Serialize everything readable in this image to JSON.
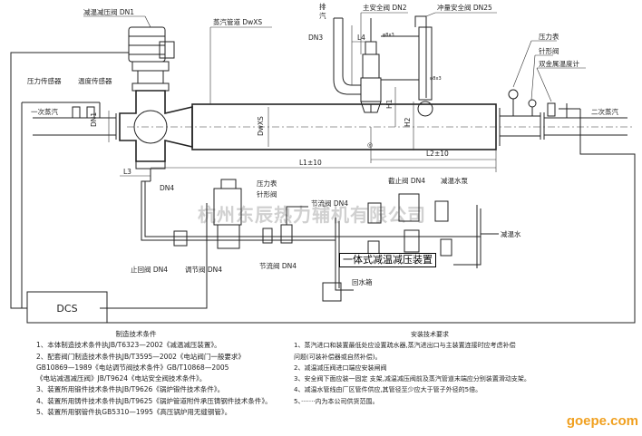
{
  "labels": {
    "pressure_reducing_valve": "减温减压阀 DN1",
    "steam_pipe": "蒸汽管道 DwXS",
    "main_safety_valve": "主安全阀 DN2",
    "flush_safety_valve": "冲量安全阀 DN25",
    "pressure_gauge_top": "压力表",
    "needle_valve_top": "针形阀",
    "bimetal_thermometer": "双金属温度计",
    "pressure_sensor": "压力传感器",
    "temp_sensor": "温度传感器",
    "primary_steam": "一次蒸汽",
    "secondary_steam": "二次蒸汽",
    "exhaust_text": "排",
    "exhaust_text2": "汽",
    "dn1": "DN1",
    "dn3": "DN3",
    "l4": "L4",
    "h1": "H1",
    "h2": "H2",
    "dwxs": "DwXS",
    "l2": "L2±10",
    "l1": "L1±10",
    "l3": "L3",
    "dn4": "DN4",
    "pressure_gauge_mid": "压力表",
    "needle_valve_mid": "针形阀",
    "throttle_valve_mid": "节流阀 DN4",
    "check_valve": "截止阀 DN4",
    "desuperheating_pump": "减温水泵",
    "desuperheating_water": "减温水",
    "stop_valve": "止回阀 DN4",
    "regulating_valve": "调节阀 DN4",
    "throttle_valve": "节流阀 DN4",
    "return_tank": "回水箱",
    "dcs": "DCS",
    "banner": "一体式减温减压装置",
    "watermark": "杭州东辰热力辅机有限公司",
    "site": "goepe.com",
    "d1": "φ8x3",
    "d2": "φ8x3",
    "mark": "◎"
  },
  "mfg": {
    "title": "制造技术条件",
    "lines": [
      "1、本体制造技术条件执JB/T6323—2002《减温减压装置》。",
      "2、配套阀门制造技术条件执JB/T3595—2002《电站阀门一般要求》",
      "   GB10869—1989《电站调节阀技术条件》GB/T10868—2005",
      "   《电站减温减压阀》JB/T9624《电站安全阀技术条件》。",
      "3、装置所用锻件技术条件执JB/T9626《锅炉锻件技术条件》。",
      "4、装置所用铸件技术条件执JB/T9625《锅炉管道附件承压铸钢件技术条件》。",
      "5、装置所用钢管件执GB5310—1995《高压锅炉用无缝钢管》。"
    ]
  },
  "install": {
    "title": "安装技术要求",
    "lines": [
      "1、蒸汽进口和装置最低处应设置疏水器,蒸汽进出口与主装置连接时应考虑补偿",
      "   问题(可装补偿器或自然补偿)。",
      "2、减温减压阀进口端应安装闸阀",
      "3、安全阀下面应装一固定 支架,减温减压阀前及蒸汽管道末端应分别装置滑动支架。",
      "4、减温水管线由厂区管件供应,其管径至少应大于管子外径的5倍。",
      "5、·······内为本公司供货范围。"
    ]
  }
}
